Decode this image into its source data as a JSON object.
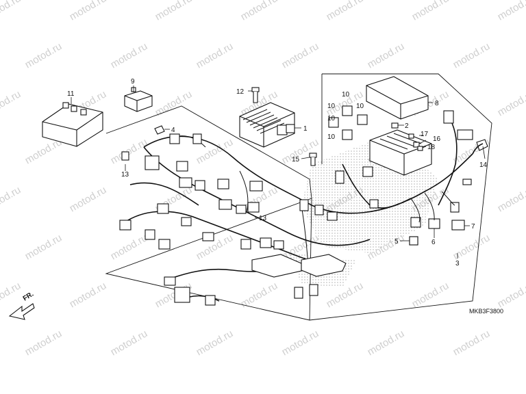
{
  "watermark": "motod.ru",
  "diagram_code": "MKB3F3800",
  "front_label": "FR.",
  "callouts": [
    "1",
    "2",
    "3",
    "4",
    "5",
    "6",
    "7",
    "8",
    "9",
    "10",
    "11",
    "12",
    "13",
    "14",
    "15",
    "16",
    "17",
    "18"
  ],
  "colors": {
    "line": "#111111",
    "watermark": "#cfcfcf",
    "background": "#ffffff"
  }
}
